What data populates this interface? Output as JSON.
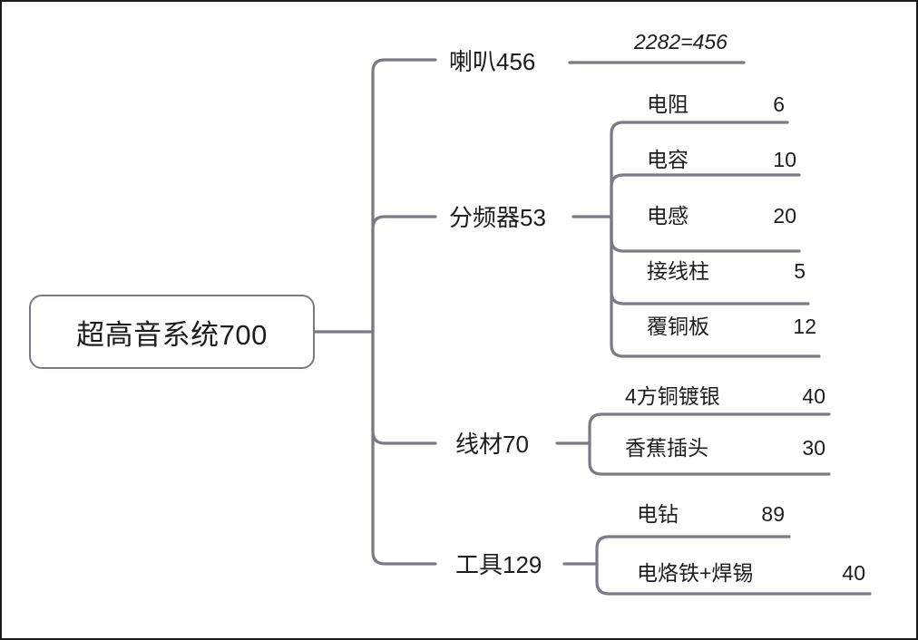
{
  "diagram": {
    "type": "mind-map",
    "title": "超高音系统700",
    "line_color": "#7a7a85",
    "text_color": "#1c1c1c",
    "background": "#ffffff",
    "border_color": "#1a1a1a",
    "root": {
      "label": "超高音系统700"
    },
    "annotations": [
      {
        "name": "speaker-calc",
        "text": "2282=456"
      }
    ],
    "branches": [
      {
        "label": "喇叭456",
        "name": "speaker",
        "children": []
      },
      {
        "label": "分频器53",
        "name": "crossover",
        "children": [
          {
            "name": "电阻",
            "value": "6"
          },
          {
            "name": "电容",
            "value": "10"
          },
          {
            "name": "电感",
            "value": "20"
          },
          {
            "name": "接线柱",
            "value": "5"
          },
          {
            "name": "覆铜板",
            "value": "12"
          }
        ]
      },
      {
        "label": "线材70",
        "name": "wire",
        "children": [
          {
            "name": "4方铜镀银",
            "value": "40"
          },
          {
            "name": "香蕉插头",
            "value": "30"
          }
        ]
      },
      {
        "label": "工具129",
        "name": "tools",
        "children": [
          {
            "name": "电钻",
            "value": "89"
          },
          {
            "name": "电烙铁+焊锡",
            "value": "40"
          }
        ]
      }
    ]
  }
}
